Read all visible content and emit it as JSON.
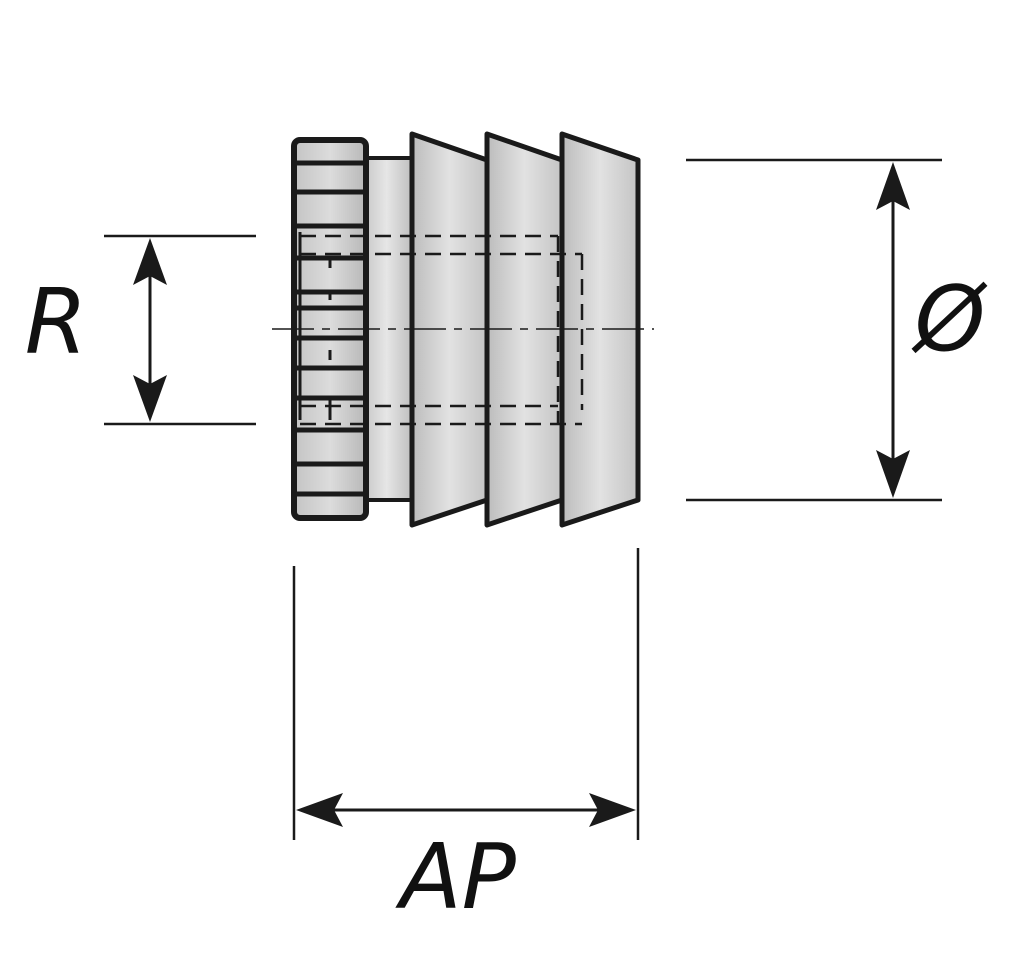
{
  "labels": {
    "thread_radius": "R",
    "outer_diameter": "Ø",
    "insertion_length": "AP"
  },
  "colors": {
    "line": "#1a1a1a",
    "body_fill": "#d6d6d6",
    "background": "#ffffff"
  }
}
